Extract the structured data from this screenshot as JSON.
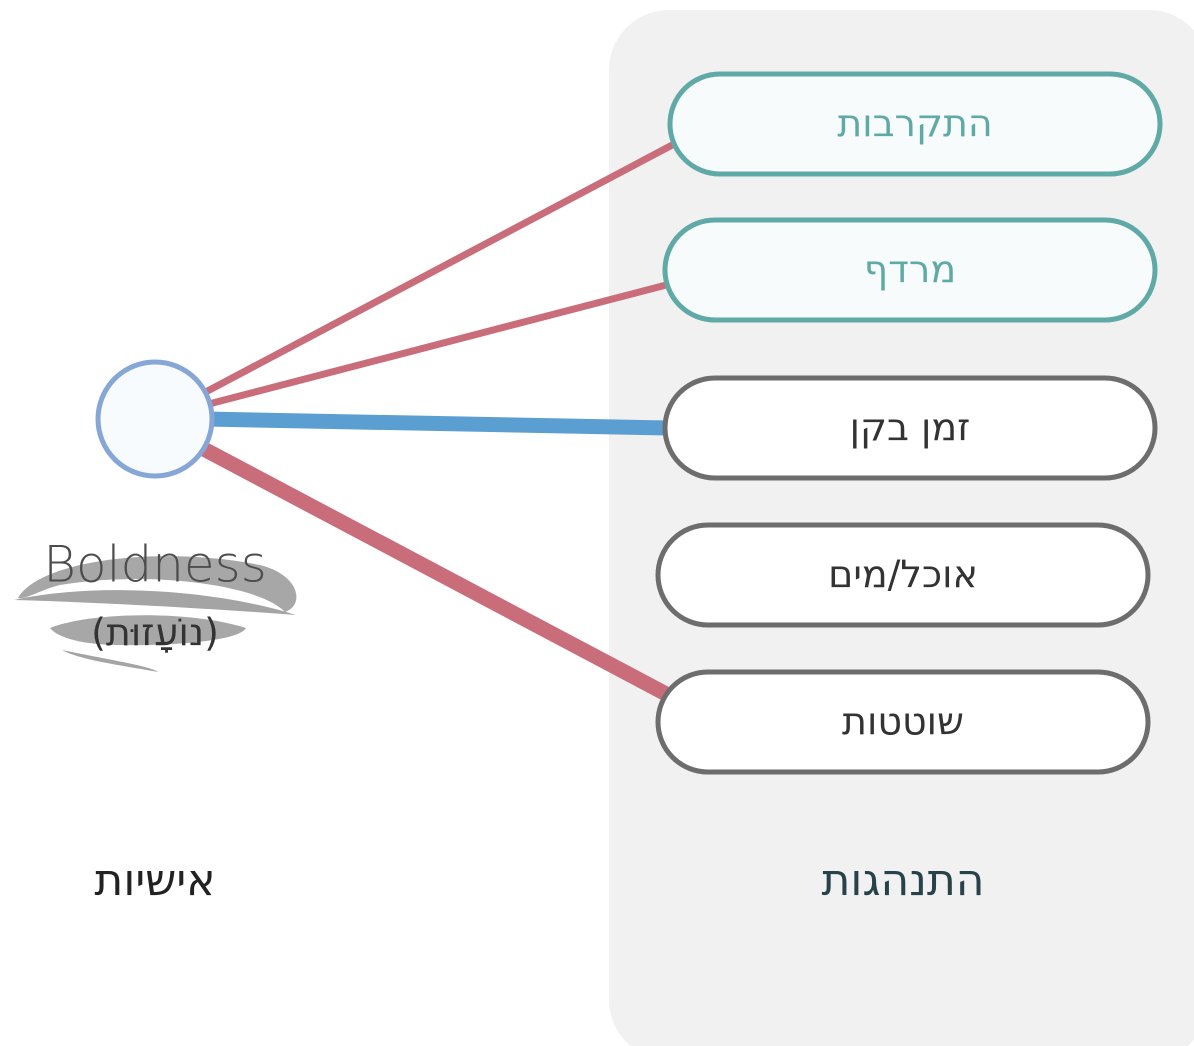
{
  "trait": {
    "name": "Boldness",
    "subtitle": "(נוֹעָזוּת)"
  },
  "labels": {
    "left": "אישיות",
    "right": "התנהגות"
  },
  "behaviors": [
    {
      "label": "התקרבות",
      "highlighted": true
    },
    {
      "label": "מרדף",
      "highlighted": true
    },
    {
      "label": "זמן בקן",
      "highlighted": false
    },
    {
      "label": "אוכל/מים",
      "highlighted": false
    },
    {
      "label": "שוטטות",
      "highlighted": false
    }
  ],
  "links": [
    {
      "to": "התקרבות",
      "color": "#c96d7b",
      "weight": "thin"
    },
    {
      "to": "מרדף",
      "color": "#c96d7b",
      "weight": "thin"
    },
    {
      "to": "זמן בקן",
      "color": "#5b9fd2",
      "weight": "thick"
    },
    {
      "to": "שוטטות",
      "color": "#c96d7b",
      "weight": "thick"
    }
  ],
  "colors": {
    "positive_link": "#c96d7b",
    "negative_link": "#5b9fd2",
    "node_fill": "#f7fbfd",
    "node_stroke": "#86a6d6",
    "highlight_border": "#5fa9a6",
    "normal_border": "#6d6d6d",
    "panel_background": "#f1f1f1"
  }
}
